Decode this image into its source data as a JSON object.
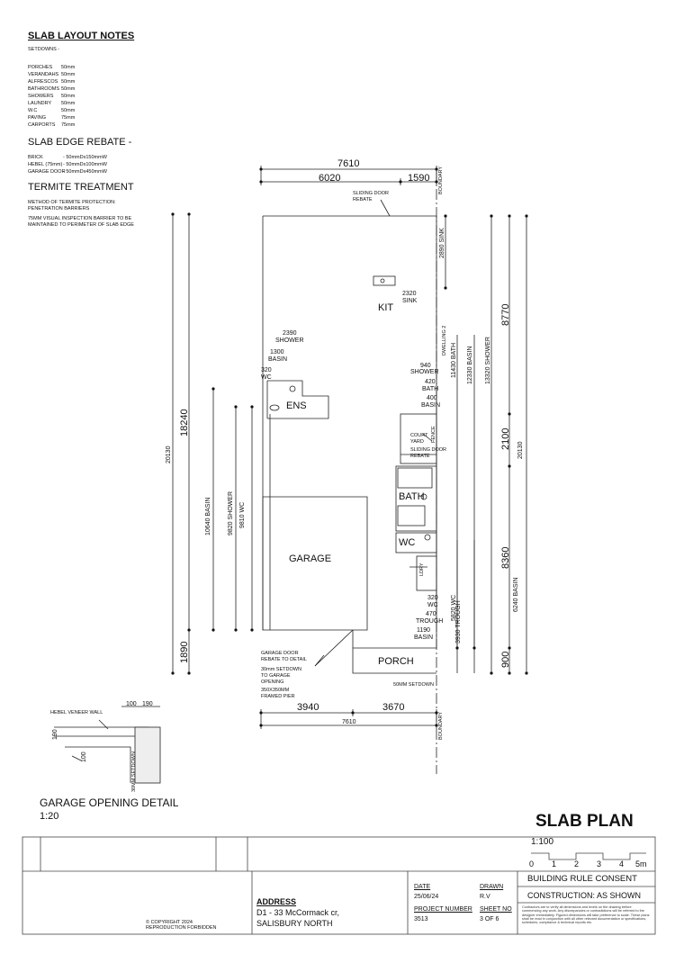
{
  "notes": {
    "title": "SLAB LAYOUT NOTES",
    "setdowns_heading": "SETDOWNS -",
    "setdowns": [
      {
        "item": "PORCHES",
        "value": "50mm"
      },
      {
        "item": "VERANDAHS",
        "value": "50mm"
      },
      {
        "item": "ALFRESCOS",
        "value": "50mm"
      },
      {
        "item": "BATHROOMS",
        "value": "50mm"
      },
      {
        "item": "SHOWERS",
        "value": "50mm"
      },
      {
        "item": "LAUNDRY",
        "value": "50mm"
      },
      {
        "item": "W.C",
        "value": "50mm"
      },
      {
        "item": "PAVING",
        "value": "75mm"
      },
      {
        "item": "CARPORTS",
        "value": "75mm"
      }
    ],
    "rebate_title": "SLAB EDGE REBATE -",
    "rebates": [
      {
        "item": "BRICK",
        "value": "- 50mmDx150mmW"
      },
      {
        "item": "HEBEL (75mm)",
        "value": "- 50mmDx100mmW"
      },
      {
        "item": "GARAGE DOOR",
        "value": "- 50mmDx450mmW"
      }
    ],
    "termite_title": "TERMITE TREATMENT",
    "termite_line1": "METHOD OF TERMITE PROTECTION:",
    "termite_line2": "PENETRATION BARRIERS",
    "termite_line3": "75MM VISUAL INSPECTION BARRIER TO BE",
    "termite_line4": "MAINTAINED TO PERIMETER OF SLAB EDGE"
  },
  "plan": {
    "dims_top": {
      "total": "7610",
      "left": "6020",
      "right": "1590"
    },
    "dims_bottom": {
      "left": "3940",
      "right": "3670",
      "total": "7610"
    },
    "boundary": "BOUNDARY",
    "dwelling": "DWELLING 2",
    "rooms": {
      "kit": "KIT",
      "ens": "ENS",
      "bath": "BATH",
      "wc": "WC",
      "garage": "GARAGE",
      "porch": "PORCH",
      "lndry": "LDRY",
      "court_yard_1": "COURT",
      "court_yard_2": "YARD",
      "fence": "FENCE"
    },
    "labels": {
      "sliding_rebate_top_1": "SLIDING DOOR",
      "sliding_rebate_top_2": "REBATE",
      "sliding_rebate_mid_1": "SLIDING DOOR",
      "sliding_rebate_mid_2": "REBATE",
      "sink_v": "2890 SINK",
      "sink_h_val": "2320",
      "sink_h": "SINK",
      "shower_top_val": "2390",
      "shower_top": "SHOWER",
      "basin_top_val": "1300",
      "basin_top": "BASIN",
      "wc_top_val": "320",
      "wc_top": "WC",
      "shower_right_val": "940",
      "shower_right": "SHOWER",
      "bath_right_val": "420",
      "bath_right": "BATH",
      "basin_right_val": "400",
      "basin_right": "BASIN",
      "wc_low_val": "320",
      "wc_low": "WC",
      "trough_val": "470",
      "trough": "TROUGH",
      "basin_low_val": "1190",
      "basin_low": "BASIN",
      "garage_rebate_1": "GARAGE DOOR",
      "garage_rebate_2": "REBATE TO DETAIL",
      "setdown_1": "30mm SETDOWN",
      "setdown_2": "TO GARAGE",
      "setdown_3": "OPENING",
      "pier_1": "350X350MM",
      "pier_2": "FRAMED PIER",
      "porch_setdown": "50MM SETDOWN"
    },
    "vert_dims_left": [
      "20130",
      "18240",
      "1890",
      "10640 BASIN",
      "9820 SHOWER",
      "9810 WC"
    ],
    "vert_dims_right": [
      "11430 BATH",
      "12330 BASIN",
      "13320 SHOWER",
      "8770",
      "2100",
      "8360",
      "900",
      "20130",
      "5820 WC",
      "3930 TROUGH",
      "6240 BASIN"
    ]
  },
  "detail": {
    "title": "GARAGE OPENING DETAIL",
    "scale": "1:20",
    "hebel": "HEBEL VENEER WALL",
    "d100": "100",
    "d190": "190",
    "d190v": "190",
    "d100v": "100",
    "setdown_v": "30MM SETDOWN"
  },
  "title_block": {
    "title": "SLAB PLAN",
    "scale": "1:100",
    "scale_marks": [
      "0",
      "1",
      "2",
      "3",
      "4",
      "5m"
    ],
    "brc": "BUILDING RULE CONSENT",
    "construction": "CONSTRUCTION: AS SHOWN",
    "disclaimer": "Contractors are to verify all dimensions and levels on the drawing before commencing any work. Any discrepancies or contradictions will be referred to the designer immediately. Figured dimensions will take preference to scale. These plans shall be read in conjunction with all other relevant documentation or specifications, schedules, compliance & technical reports etc.",
    "copyright_1": "© COPYRIGHT 2024",
    "copyright_2": "REPRODUCTION FORBIDDEN",
    "address_label": "ADDRESS",
    "address_1": "D1 - 33 McCormack cr,",
    "address_2": "SALISBURY NORTH",
    "date_label": "DATE",
    "date": "25/06/24",
    "drawn_label": "DRAWN",
    "drawn": "R.V",
    "project_label": "PROJECT NUMBER",
    "project": "3513",
    "sheet_label": "SHEET NO",
    "sheet": "3 OF 6"
  }
}
